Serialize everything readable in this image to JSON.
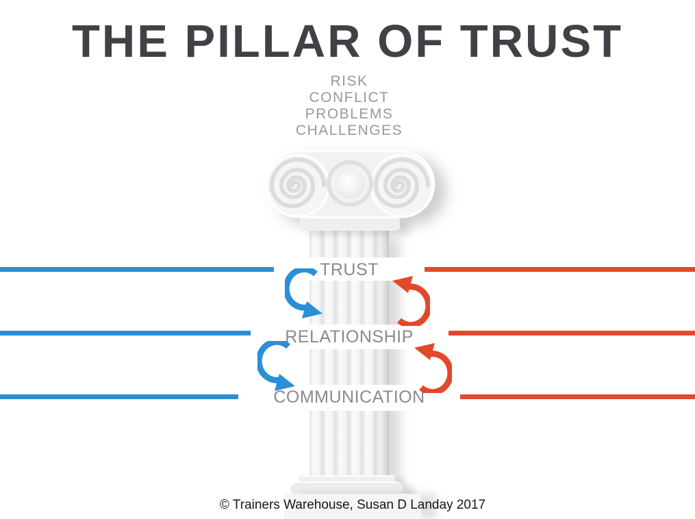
{
  "title": "THE PILLAR OF TRUST",
  "subtitle": {
    "lines": [
      "RISK",
      "CONFLICT",
      "PROBLEMS",
      "CHALLENGES"
    ]
  },
  "pillar": {
    "labels": [
      {
        "text": "TRUST"
      },
      {
        "text": "RELATIONSHIP"
      },
      {
        "text": "COMMUNICATION"
      }
    ]
  },
  "footer": {
    "copyright": "© Trainers Warehouse, Susan D Landay 2017"
  },
  "colors": {
    "blue": "#2b8fd5",
    "red": "#e2492b",
    "title_color": "#3f4146",
    "subtitle_gray": "#97989b",
    "label_gray": "#8a8a8a",
    "copyright_color": "#161616"
  }
}
